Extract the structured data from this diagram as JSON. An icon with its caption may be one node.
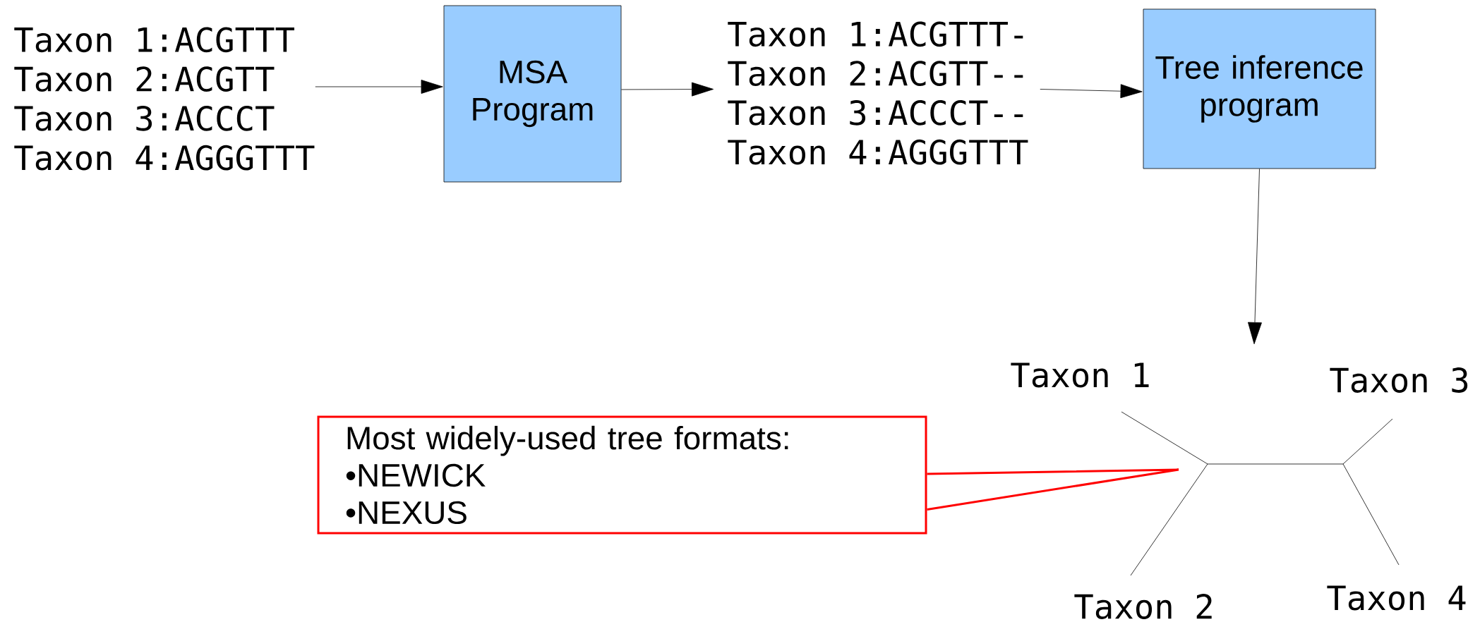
{
  "diagram": {
    "nodes": [
      {
        "text": [
          "Taxon 1:ACGTTT",
          "Taxon 2:ACGTT",
          "Taxon 3:ACCCT",
          "Taxon 4:AGGGTTT"
        ]
      },
      {
        "text": [
          "MSA Program"
        ]
      },
      {
        "text": [
          "Taxon 1:ACGTTT-",
          "Taxon 2:ACGTT--",
          "Taxon 3:ACCCT--",
          "Taxon 4:AGGGTTT"
        ]
      },
      {
        "text": [
          "Tree inference program"
        ]
      },
      {
        "text": [
          "Taxon 1",
          "Taxon 3",
          "Taxon 2",
          "Taxon 4"
        ]
      },
      {
        "text": [
          "Most widely-used tree formats:",
          "•NEWICK",
          "•NEXUS"
        ]
      }
    ],
    "edges": [
      {
        "from": 0,
        "to": 1,
        "arrow": "to"
      },
      {
        "from": 1,
        "to": 2,
        "arrow": "to"
      },
      {
        "from": 2,
        "to": 3,
        "arrow": "to"
      },
      {
        "from": 3,
        "to": 4,
        "arrow": "to"
      },
      {
        "from": 5,
        "to": null,
        "arrow": "none",
        "color": "#ff0000"
      }
    ]
  }
}
